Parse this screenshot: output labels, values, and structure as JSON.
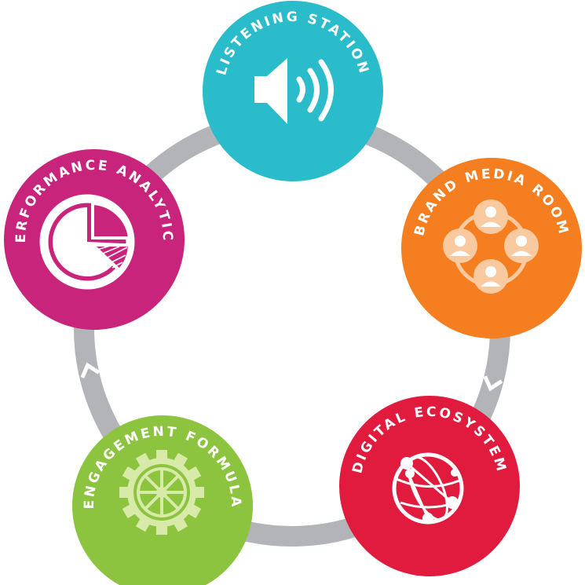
{
  "nodes": [
    {
      "id": "listening-station",
      "label": "LISTENING STATION",
      "color": "#2bbccb",
      "icon": "speaker-icon"
    },
    {
      "id": "brand-media-room",
      "label": "BRAND MEDIA ROOM",
      "color": "#f47e20",
      "icon": "people-network-icon"
    },
    {
      "id": "digital-ecosystem",
      "label": "DIGITAL ECOSYSTEM",
      "color": "#e11b3d",
      "icon": "globe-network-icon"
    },
    {
      "id": "engagement-formula",
      "label": "ENGAGEMENT FORMULA",
      "color": "#8cc43f",
      "icon": "gear-icon"
    },
    {
      "id": "performance-analytics",
      "label": "PERFORMANCE ANALYTICS",
      "color": "#c9247b",
      "icon": "pie-chart-icon"
    }
  ],
  "ring_color": "#b3b4b7",
  "flow_direction": "clockwise"
}
